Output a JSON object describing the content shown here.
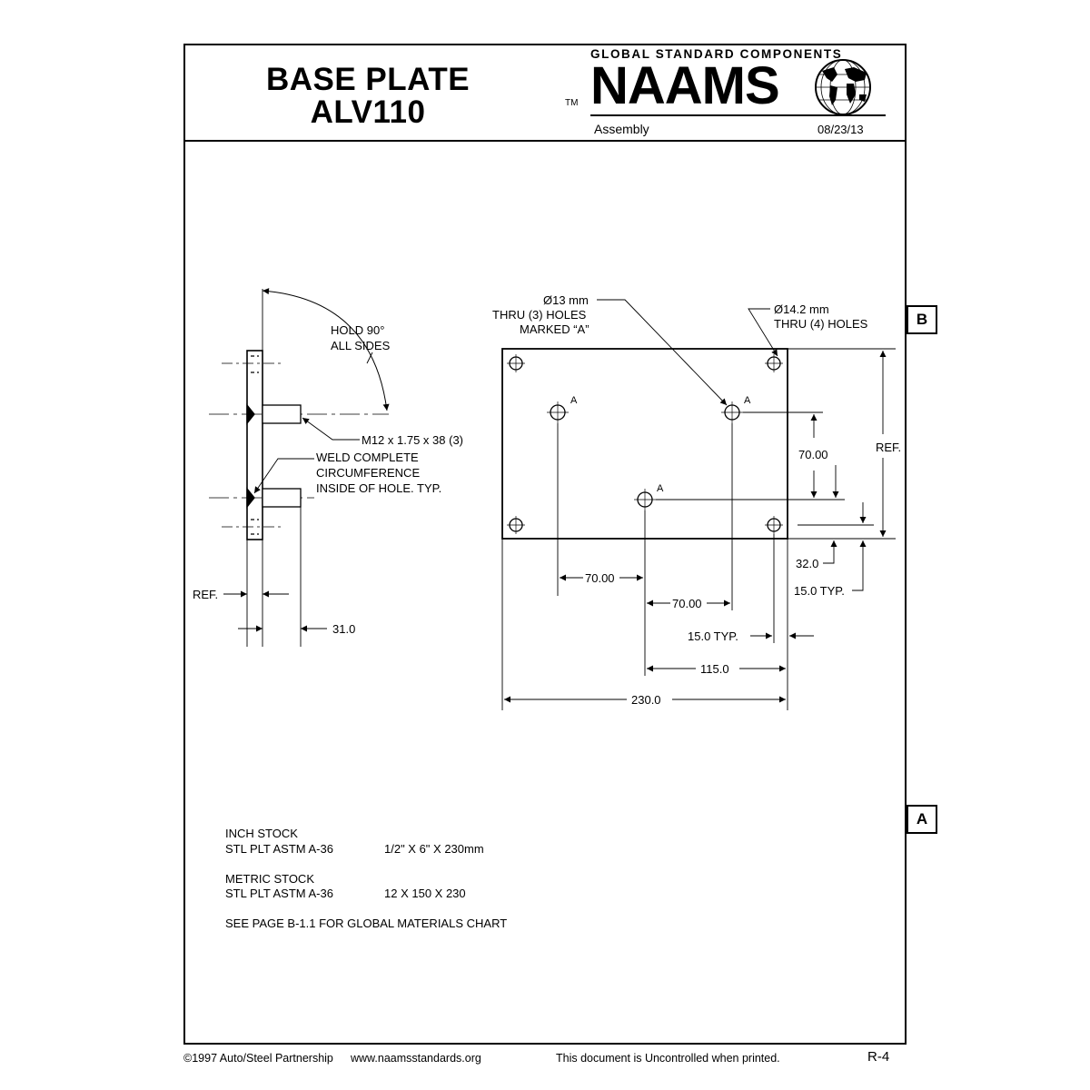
{
  "header": {
    "title_line1": "BASE PLATE",
    "title_line2": "ALV110",
    "brand_tagline": "GLOBAL STANDARD COMPONENTS",
    "brand_name": "NAAMS",
    "trademark": "TM",
    "section": "Assembly",
    "date": "08/23/13"
  },
  "zones": {
    "upper": "B",
    "lower": "A"
  },
  "side_view": {
    "angle_note": [
      "HOLD 90°",
      "ALL SIDES"
    ],
    "thread_callout": "M12 x 1.75 x 38 (3)",
    "weld_note": [
      "WELD COMPLETE",
      "CIRCUMFERENCE",
      "INSIDE OF HOLE. TYP."
    ],
    "thickness_label": "REF.",
    "stud_projection": "31.0"
  },
  "plan_view": {
    "hole_a_callout": [
      "Ø13 mm",
      "THRU (3) HOLES",
      "MARKED “A”"
    ],
    "hole_corner_callout": [
      "Ø14.2 mm",
      "THRU (4) HOLES"
    ],
    "hole_marker": "A",
    "dims": {
      "vertical_70": "70.00",
      "height_ref": "REF.",
      "edge_32": "32.0",
      "edge_15_vertical": "15.0 TYP.",
      "horizontal_70_left": "70.00",
      "horizontal_70_right": "70.00",
      "edge_15_horizontal": "15.0 TYP.",
      "half_width": "115.0",
      "overall_width": "230.0"
    }
  },
  "materials": {
    "inch_heading": "INCH STOCK",
    "inch_material": "STL PLT   ASTM A-36",
    "inch_size": "1/2\" X 6\" X 230mm",
    "metric_heading": "METRIC STOCK",
    "metric_material": "STL PLT   ASTM A-36",
    "metric_size": "12 X 150 X 230",
    "reference_note": "SEE PAGE B-1.1 FOR GLOBAL MATERIALS CHART"
  },
  "footer": {
    "copyright": "©1997 Auto/Steel Partnership",
    "website": "www.naamsstandards.org",
    "disclaimer": "This document is Uncontrolled when printed.",
    "page": "R-4"
  }
}
